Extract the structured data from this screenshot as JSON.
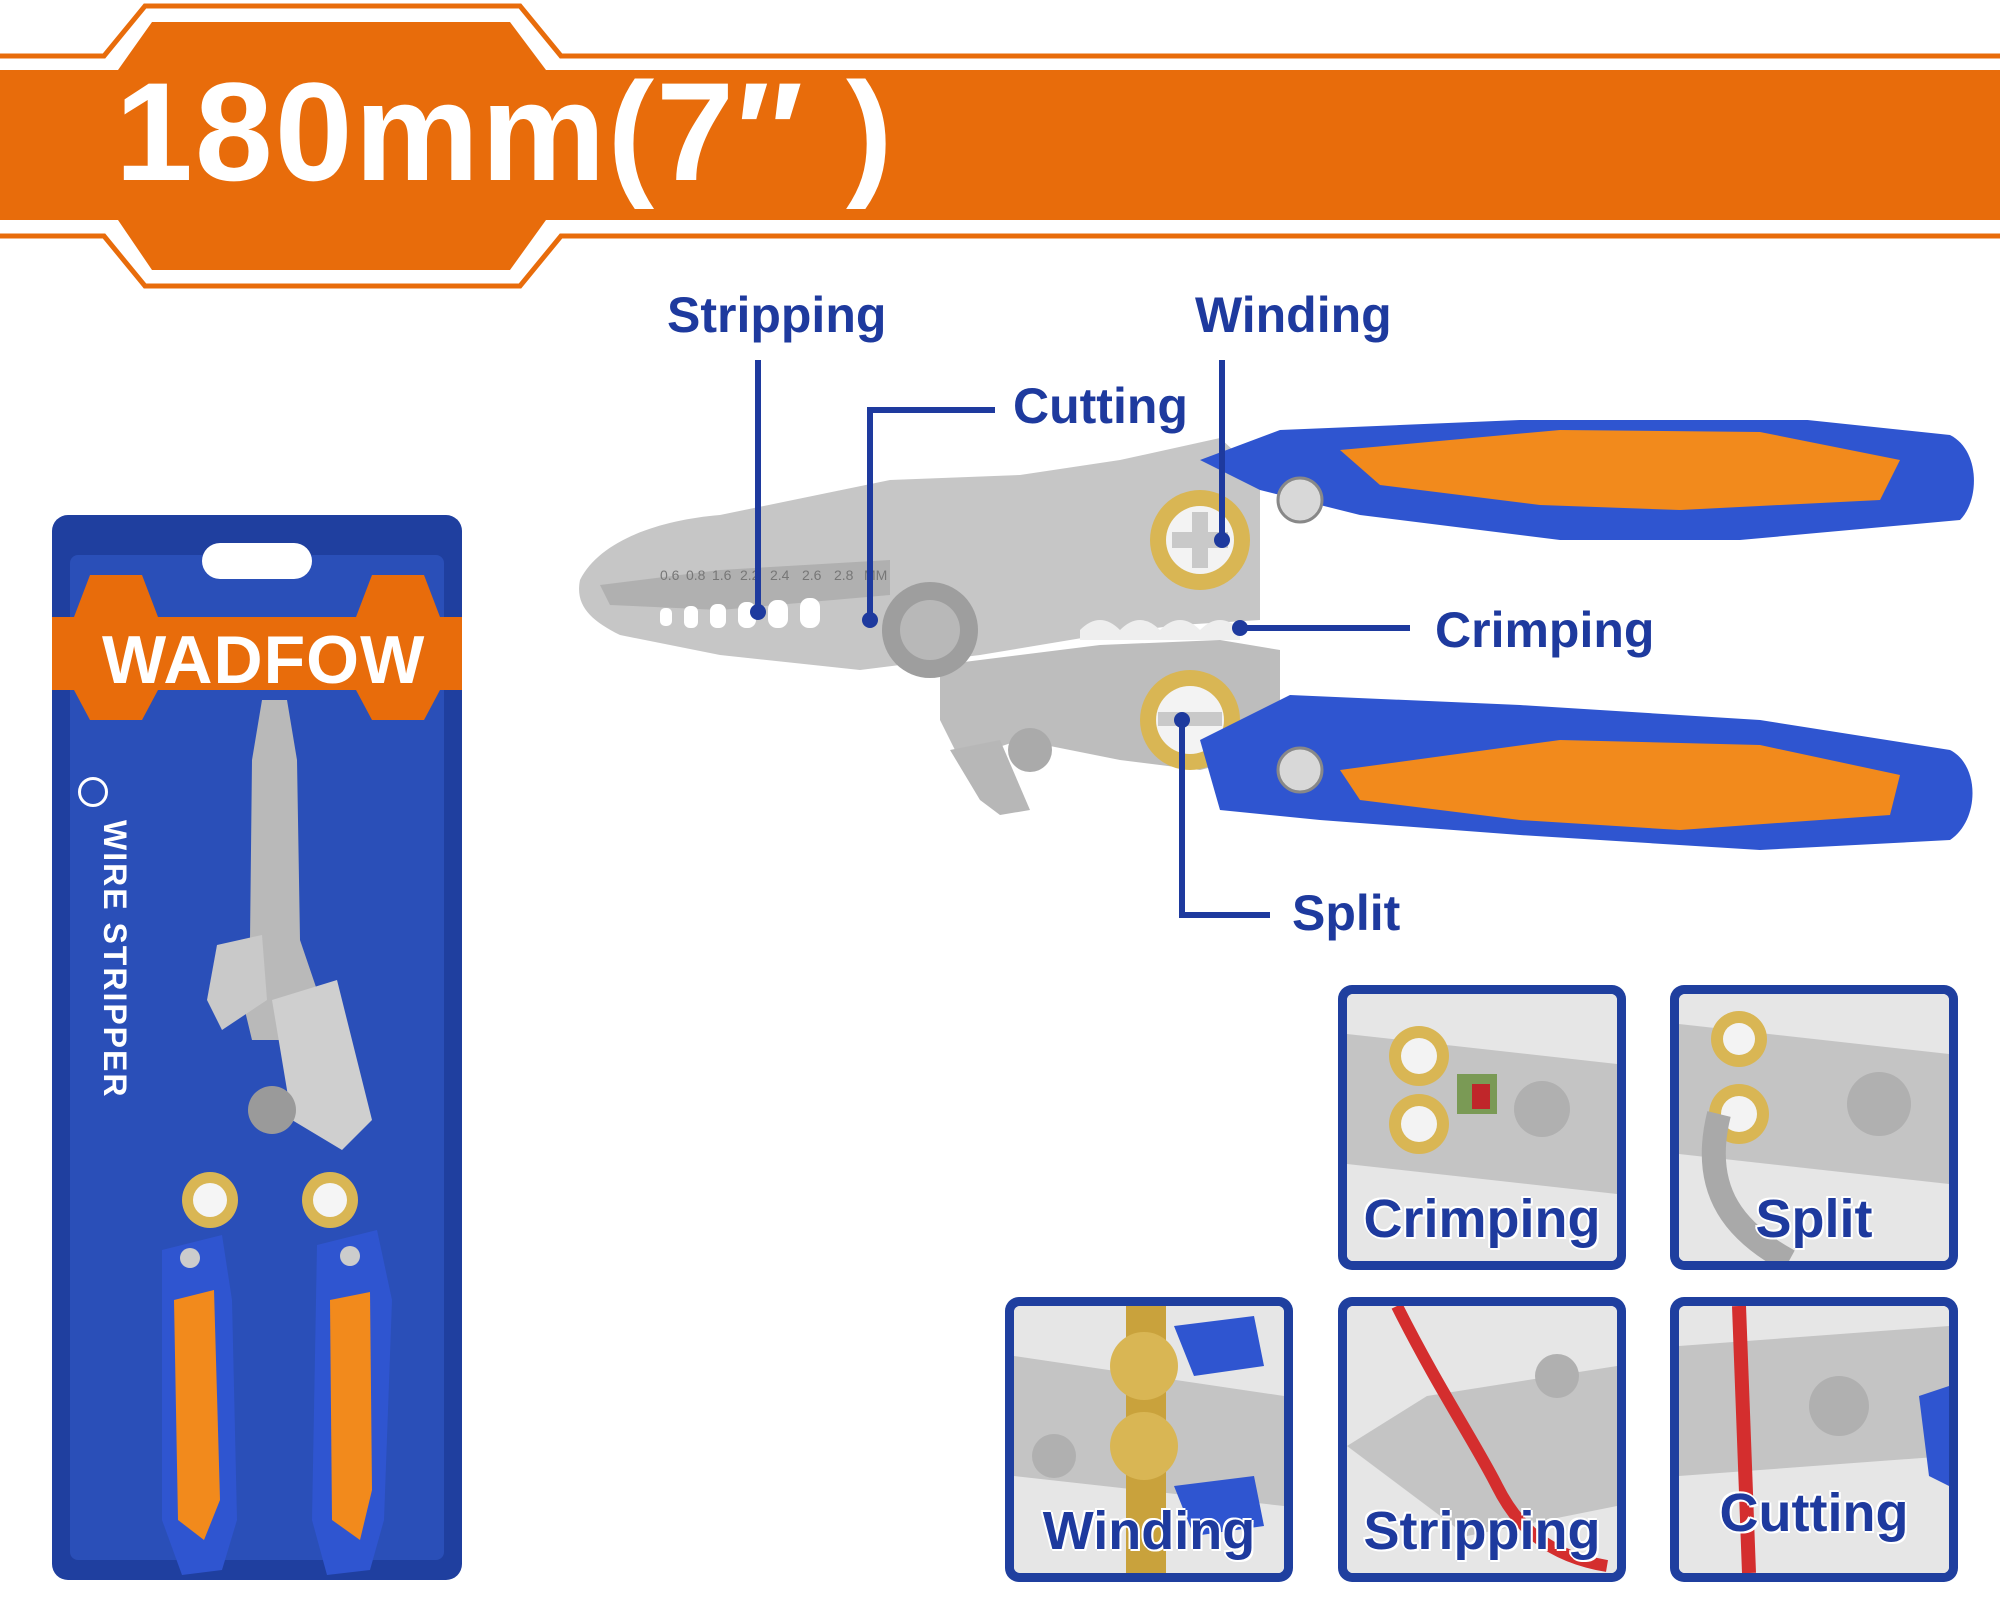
{
  "header": {
    "size_label": "180mm(7″ )"
  },
  "brand": {
    "name": "WADFOW",
    "product_name": "WIRE STRIPPER"
  },
  "scale_marks": [
    "0.6",
    "0.8",
    "1.6",
    "2.2",
    "2.4",
    "2.6",
    "2.8",
    "MM"
  ],
  "callouts": {
    "stripping": "Stripping",
    "cutting": "Cutting",
    "winding": "Winding",
    "crimping": "Crimping",
    "split": "Split"
  },
  "tiles": [
    {
      "label": "Crimping"
    },
    {
      "label": "Split"
    },
    {
      "label": "Winding"
    },
    {
      "label": "Stripping"
    },
    {
      "label": "Cutting"
    }
  ],
  "colors": {
    "orange": "#e86c0b",
    "blue": "#1f3f9f",
    "blue_handle": "#2f55d0",
    "steel": "#c4c4c4"
  },
  "icons": [
    "wire-stripper-icon",
    "wadfow-logo-icon",
    "hang-hole-icon"
  ]
}
